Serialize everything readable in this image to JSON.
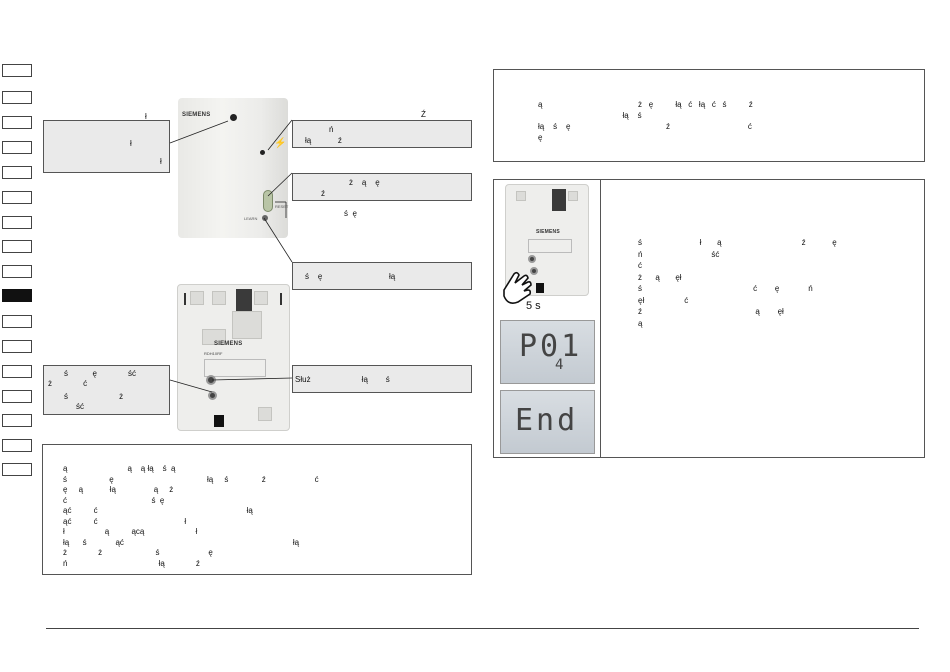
{
  "tabs": [
    {
      "label": "",
      "active": false
    },
    {
      "label": "",
      "active": false
    },
    {
      "label": "",
      "active": false
    },
    {
      "label": "",
      "active": false
    },
    {
      "label": "",
      "active": false
    },
    {
      "label": "",
      "active": false
    },
    {
      "label": "",
      "active": false
    },
    {
      "label": "",
      "active": false
    },
    {
      "label": "",
      "active": false
    },
    {
      "label": "",
      "active": true
    },
    {
      "label": "",
      "active": false
    },
    {
      "label": "",
      "active": false
    },
    {
      "label": "",
      "active": false
    },
    {
      "label": "",
      "active": false
    },
    {
      "label": "",
      "active": false
    },
    {
      "label": "",
      "active": false
    },
    {
      "label": "",
      "active": false
    }
  ],
  "front_device": {
    "brand": "SIEMENS",
    "caption_top_left": "ł",
    "caption_top_right": "Ź",
    "callout_left": [
      "ł",
      "ł"
    ],
    "callout_right_1": [
      "ń",
      "łą            ź"
    ],
    "callout_right_2": [
      "ż    ą    ę",
      "ź"
    ],
    "caption_mid_right": "ś  ę",
    "callout_right_3": "ś    ę                              łą",
    "button_label": "RESET",
    "led_label": "LEARN"
  },
  "back_device": {
    "brand": "SIEMENS",
    "model": "RDH10RF",
    "callout_left": [
      "ś           ę              ść",
      "ż              ć",
      "ś                       ż",
      "ść"
    ],
    "callout_right": "Służ                       łą        ś"
  },
  "bottom_text_box": {
    "lines": [
      "ą                           ą    ą łą    ś  ą",
      "ś                   ę                                          łą     ś               ź                      ć",
      "ę     ą            łą                 ą     ż",
      "ć                                      ś  ę",
      "ąć          ć                                                                   łą",
      "ąć          ć                                       ł",
      "ł                  ą          ącą                       ł",
      "łą      ś             ąć                                                                            łą",
      "ż              ż                        ś                      ę",
      "ń                                         łą              ź"
    ]
  },
  "top_right_box": {
    "lines": [
      "ą                                           ż   ę          łą   ć   łą   ć   ś          ź",
      "                                      łą    ś",
      "łą    ś    ę                                           ź                                   ć",
      "ę"
    ]
  },
  "procedure_box": {
    "hold_time": "5 s",
    "lcd_1_main": "P01",
    "lcd_1_sub": "4",
    "lcd_2_main": "End",
    "back_brand": "SIEMENS",
    "lines": [
      "ś                          ł       ą                                    ź            ę",
      "ń                               ść",
      "ć",
      "ż      ą       ęł",
      "ś                                                  ć        ę             ń",
      "ęł                  ć",
      "ź                                                   ą        ęł",
      "ą"
    ]
  }
}
